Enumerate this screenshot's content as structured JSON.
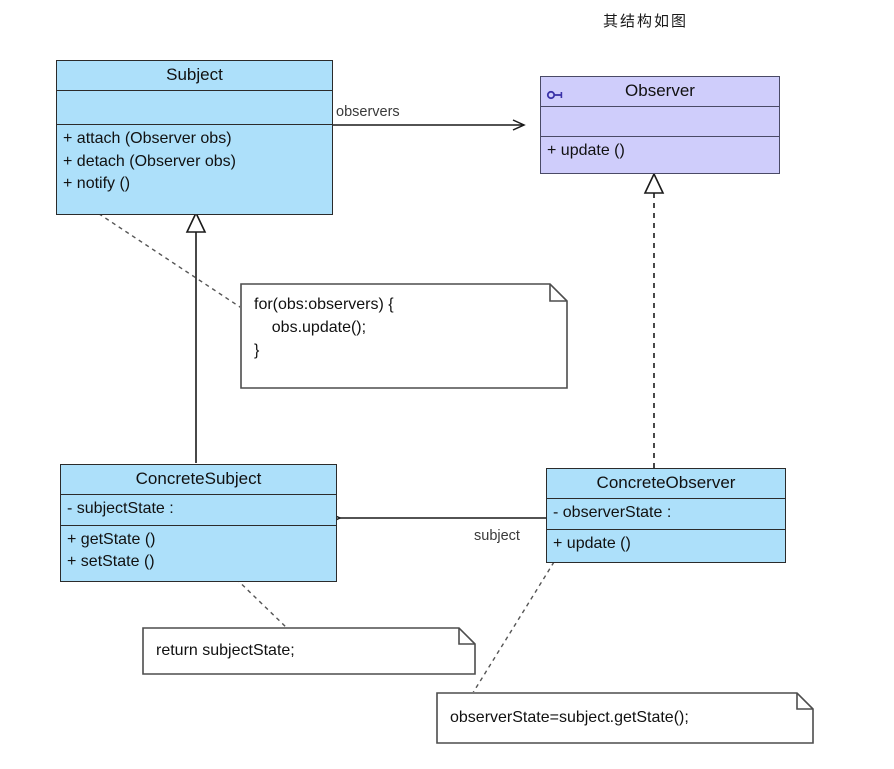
{
  "caption": {
    "text": "其结构如图"
  },
  "classes": [
    {
      "id": "subject",
      "name": "Subject",
      "stereotype_icon": "",
      "attributes": [],
      "operations": [
        "+  attach (Observer obs)",
        "+  detach (Observer obs)",
        "+  notify ()"
      ]
    },
    {
      "id": "observer",
      "name": "Observer",
      "stereotype_icon": "interface-lollipop-icon",
      "attributes": [],
      "operations": [
        "+  update ()"
      ]
    },
    {
      "id": "concrete-subject",
      "name": "ConcreteSubject",
      "stereotype_icon": "",
      "attributes": [
        "-  subjectState  :"
      ],
      "operations": [
        "+  getState ()",
        "+  setState ()"
      ]
    },
    {
      "id": "concrete-observer",
      "name": "ConcreteObserver",
      "stereotype_icon": "",
      "attributes": [
        "-  observerState  :"
      ],
      "operations": [
        "+  update ()"
      ]
    }
  ],
  "notes": [
    {
      "id": "note-notify",
      "text": "for(obs:observers) {\n    obs.update();\n}"
    },
    {
      "id": "note-getstate",
      "text": "return subjectState;"
    },
    {
      "id": "note-update",
      "text": "observerState=subject.getState();"
    }
  ],
  "edge_labels": {
    "observers": "observers",
    "subject": "subject"
  },
  "colors": {
    "class_fill": "#ade0fa",
    "interface_fill": "#cfcdfb",
    "class_border": "#2b2b2b",
    "interface_border": "#4a4a66",
    "note_border": "#4d4d4d",
    "line": "#1a1a1a"
  }
}
